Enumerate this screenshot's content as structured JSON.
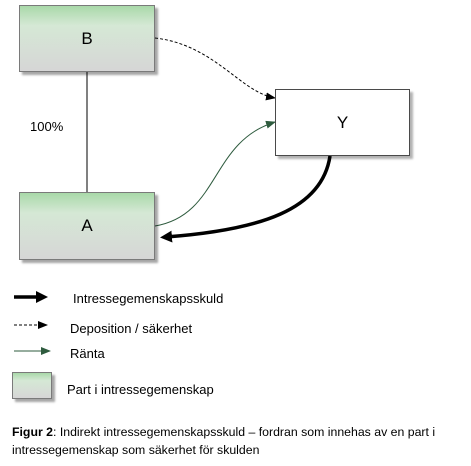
{
  "nodes": {
    "b": "B",
    "a": "A",
    "y": "Y"
  },
  "ownership_label": "100%",
  "legend": {
    "debt": "Intressegemenskapsskuld",
    "deposit": "Deposition / säkerhet",
    "interest": "Ränta",
    "party": "Part i intressegemenskap"
  },
  "caption": {
    "label": "Figur 2",
    "text": ": Indirekt intressegemenskapsskuld – fordran som innehas av en part i intressegemenskap som säkerhet för skulden"
  },
  "colors": {
    "interest_arrow": "#2e5b3e",
    "party_fill_top": "#a9d9a9",
    "party_fill_bottom": "#d6d6d6"
  }
}
